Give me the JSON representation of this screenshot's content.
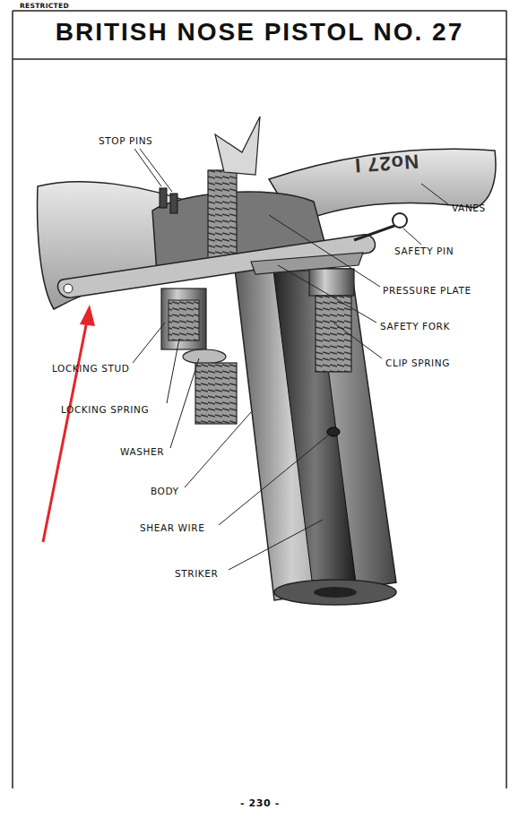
{
  "diagram": {
    "title": "BRITISH NOSE PISTOL NO. 27",
    "labels": [
      "RESTRICTED",
      "STOP PINS",
      "No27 I",
      "VANES",
      "SAFETY PIN",
      "PRESSURE PLATE",
      "SAFETY FORK",
      "CLIP SPRING",
      "LOCKING STUD",
      "LOCKING SPRING",
      "WASHER",
      "BODY",
      "SHEAR WIRE",
      "STRIKER",
      "- 230 -"
    ]
  }
}
